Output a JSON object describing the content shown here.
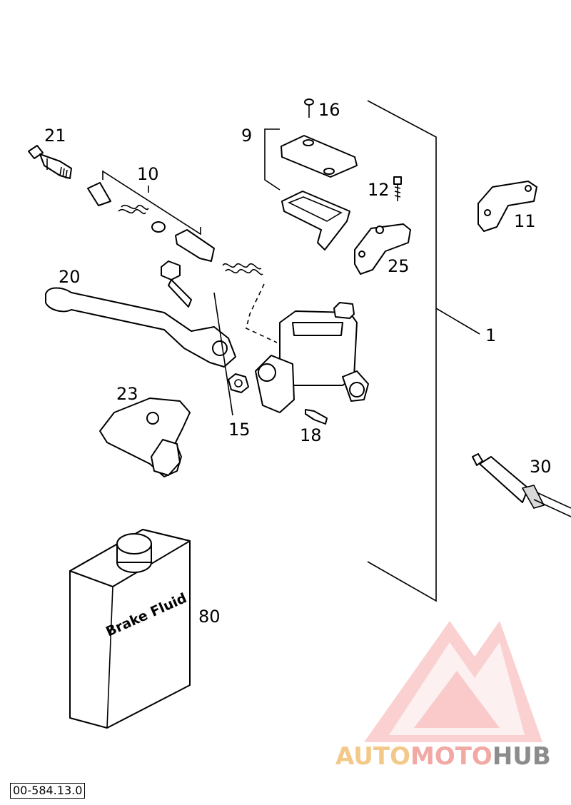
{
  "diagram": {
    "callouts": {
      "c1": "1",
      "c9": "9",
      "c10": "10",
      "c11": "11",
      "c12": "12",
      "c15": "15",
      "c16": "16",
      "c18": "18",
      "c20": "20",
      "c21": "21",
      "c23": "23",
      "c25": "25",
      "c30": "30",
      "c80": "80"
    },
    "bottle_label": "Brake Fluid",
    "drawing_code": "00-584.13.0"
  },
  "watermark": {
    "part1": "AUTO",
    "part2": "MOTO",
    "part3": "HUB",
    "colors": {
      "auto": "#f3c98a",
      "moto": "#f2a9a4",
      "hub": "#8c8c8c",
      "mark": "#f4a3a0"
    }
  }
}
